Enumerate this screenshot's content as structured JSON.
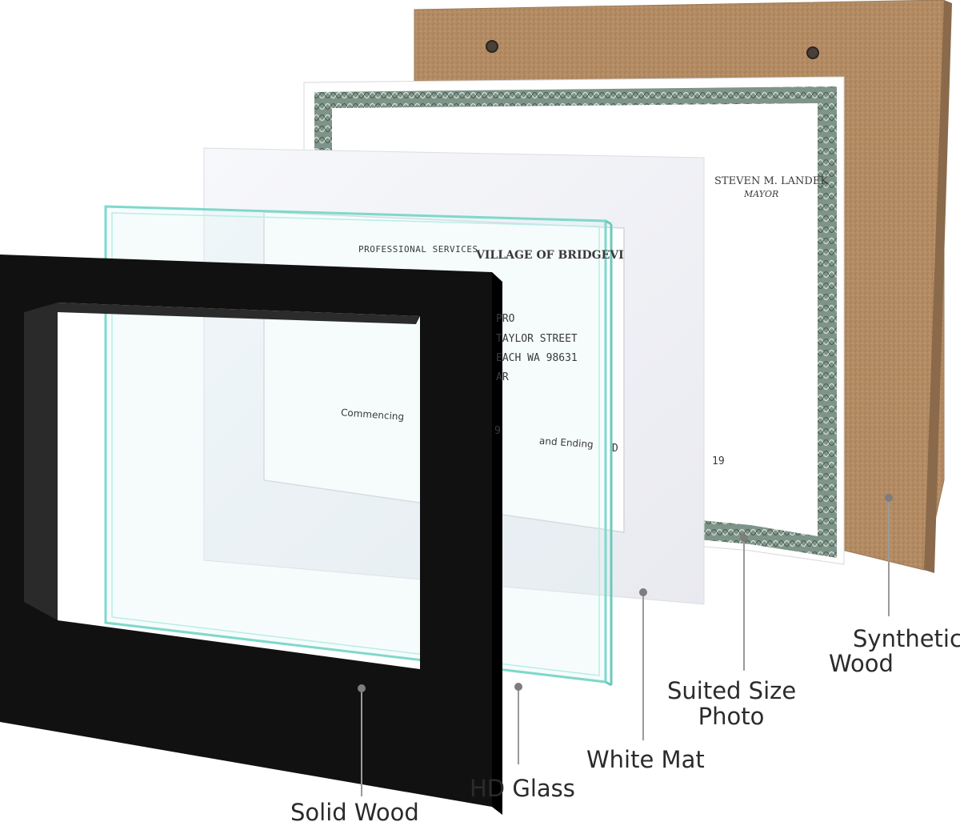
{
  "layers": [
    {
      "id": "solid-wood",
      "label": "Solid Wood",
      "color": "#111111"
    },
    {
      "id": "hd-glass",
      "label": "HD Glass",
      "color": "#8fe3d5"
    },
    {
      "id": "white-mat",
      "label": "White Mat",
      "color": "#f3f4f8"
    },
    {
      "id": "photo",
      "label_line1": "Suited Size",
      "label_line2": "Photo",
      "color": "#ffffff"
    },
    {
      "id": "backing",
      "label_line1": "Synthetic",
      "label_line2": "Wood",
      "color": "#b08a64"
    }
  ],
  "certificate": {
    "signer": "STEVEN M. LANDEK",
    "signer_title": "MAYOR",
    "heading_left": "PROFESSIONAL SERVICES",
    "heading_right": "VILLAGE OF BRIDGEVI",
    "line1": "PRO",
    "line2": "TAYLOR STREET",
    "line3": "EACH WA  98631",
    "line4": "AR",
    "commencing": "Commencing",
    "date_start_tail": "9",
    "and_ending": "and Ending",
    "date_end_head": "D",
    "date_end_tail": "19"
  },
  "colors": {
    "border_green": "#5f7a6e",
    "leader_line": "#8a8a8a",
    "dot": "#7d7d7d"
  }
}
